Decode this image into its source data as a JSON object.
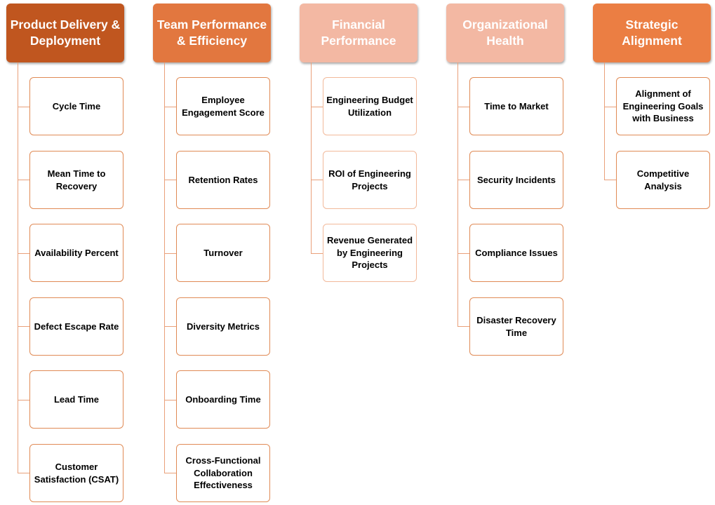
{
  "columns": [
    {
      "title": "Product Delivery & Deployment",
      "color": "#c0561f",
      "items": [
        "Cycle Time",
        "Mean Time to Recovery",
        "Availability Percent",
        "Defect Escape Rate",
        "Lead Time",
        "Customer Satisfaction (CSAT)"
      ]
    },
    {
      "title": "Team Performance & Efficiency",
      "color": "#e2773f",
      "items": [
        "Employee Engagement Score",
        "Retention Rates",
        "Turnover",
        "Diversity Metrics",
        "Onboarding Time",
        "Cross-Functional Collaboration Effectiveness"
      ]
    },
    {
      "title": "Financial Performance",
      "color": "#f3b8a3",
      "items": [
        "Engineering Budget Utilization",
        "ROI of Engineering Projects",
        "Revenue Generated by Engineering Projects"
      ]
    },
    {
      "title": "Organizational Health",
      "color": "#f3b8a3",
      "items": [
        "Time to Market",
        "Security Incidents",
        "Compliance Issues",
        "Disaster Recovery Time"
      ]
    },
    {
      "title": "Strategic Alignment",
      "color": "#eb7e43",
      "items": [
        "Alignment of Engineering Goals with Business",
        "Competitive Analysis"
      ]
    }
  ]
}
